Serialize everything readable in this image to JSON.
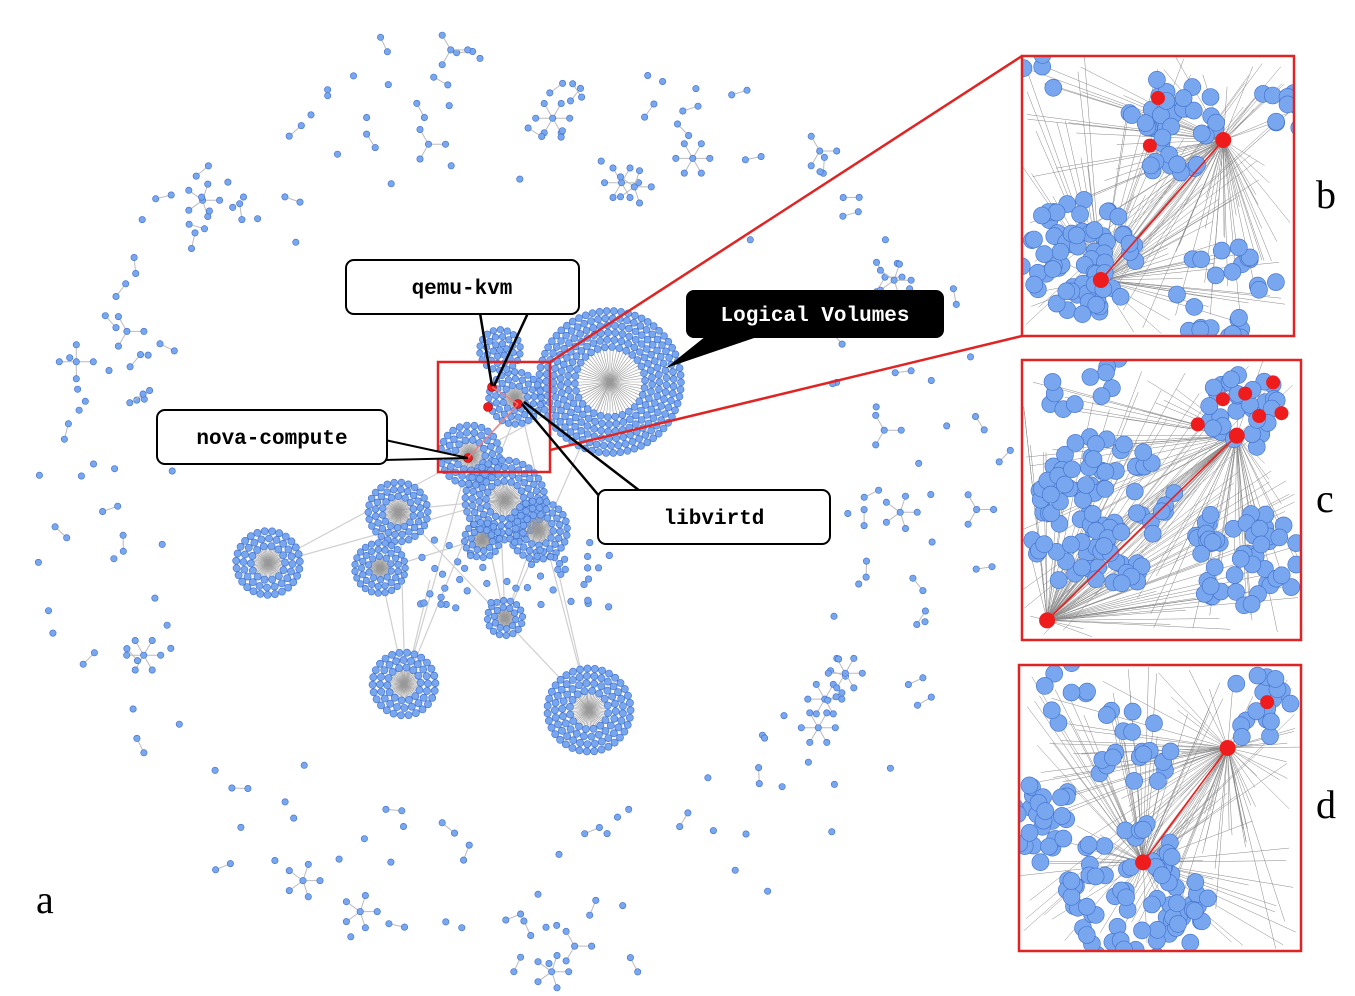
{
  "labels": {
    "qemu": "qemu-kvm",
    "nova": "nova-compute",
    "libvirt": "libvirtd",
    "volumes": "Logical Volumes"
  },
  "panels": {
    "a": "a",
    "b": "b",
    "c": "c",
    "d": "d"
  },
  "colors": {
    "node": "#78a6ef",
    "node_stroke": "#3f6fc9",
    "highlight": "#ee1c1c",
    "edge": "#b5b5b5",
    "frame": "#e02424",
    "callout_dark": "#000000"
  }
}
